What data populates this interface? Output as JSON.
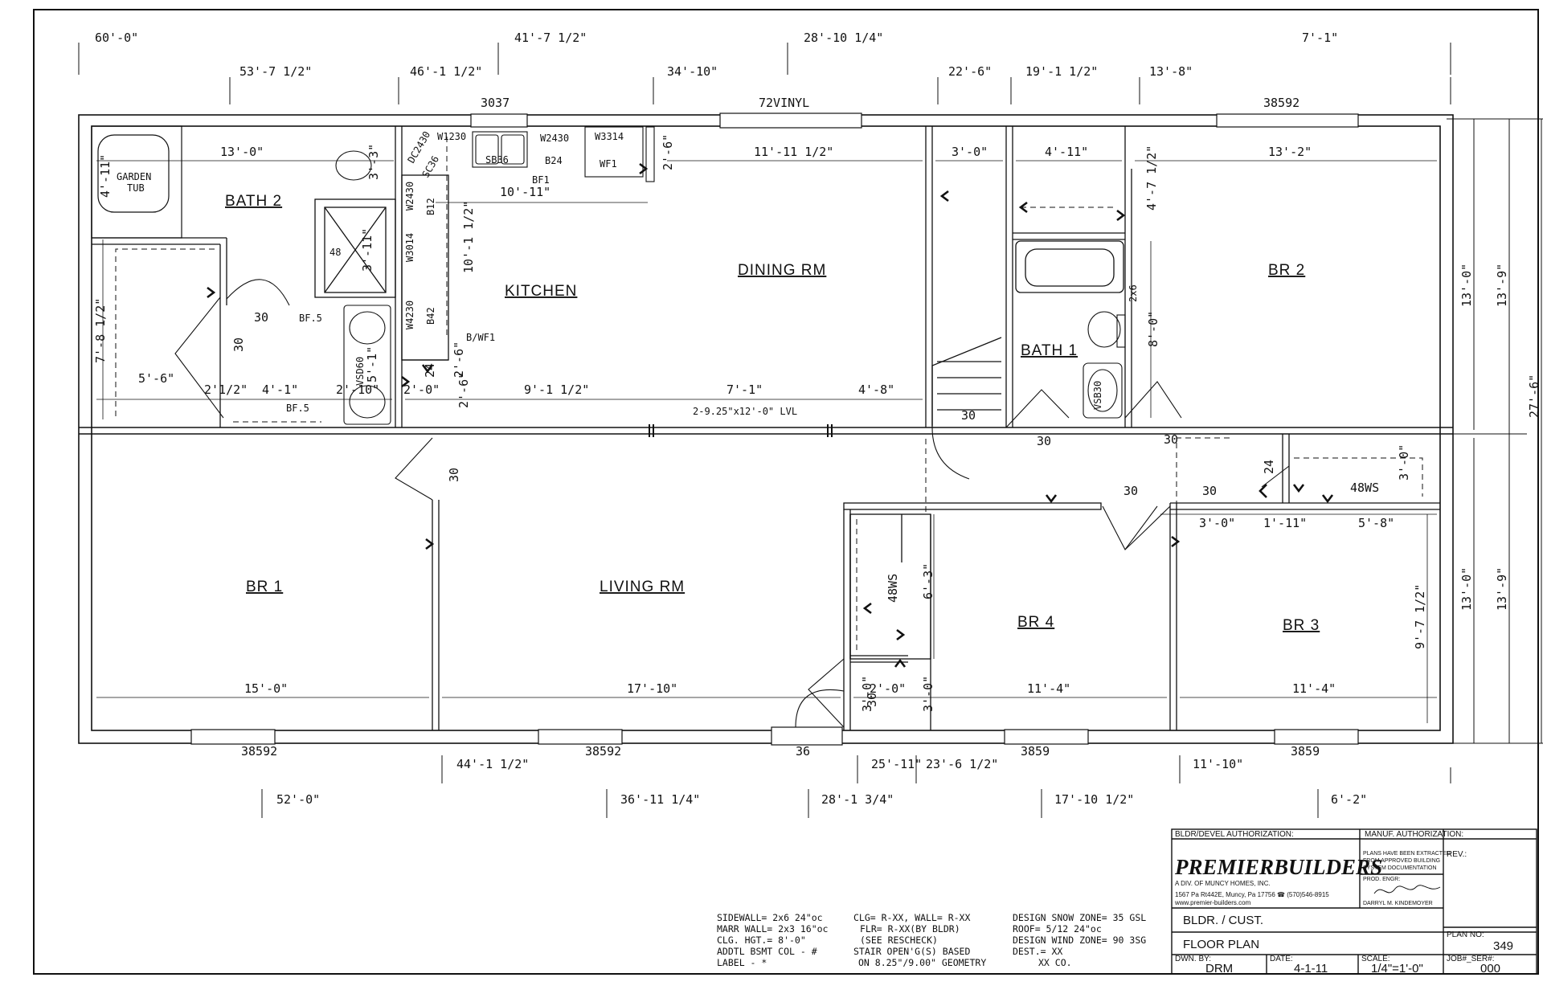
{
  "colors": {
    "ink": "#111111",
    "paper": "#ffffff"
  },
  "top_dimensions": {
    "row1": [
      "60'-0\"",
      "41'-7 1/2\"",
      "28'-10 1/4\"",
      "7'-1\""
    ],
    "row2": [
      "53'-7 1/2\"",
      "46'-1 1/2\"",
      "34'-10\"",
      "22'-6\"",
      "19'-1 1/2\"",
      "13'-8\""
    ]
  },
  "bottom_dimensions": {
    "row1": [
      "44'-1 1/2\"",
      "25'-11\"",
      "23'-6 1/2\"",
      "11'-10\""
    ],
    "row2": [
      "52'-0\"",
      "36'-11 1/4\"",
      "28'-1 3/4\"",
      "17'-10 1/2\"",
      "6'-2\""
    ]
  },
  "right_dimensions": [
    "13'-0\"",
    "13'-9\"",
    "27'-6\"",
    "13'-0\"",
    "13'-9\""
  ],
  "windows": {
    "top": [
      "3037",
      "72VINYL",
      "38592"
    ],
    "bottom": [
      "38592",
      "38592",
      "36",
      "3859",
      "3859"
    ]
  },
  "rooms": {
    "bath2": "BATH 2",
    "kitchen": "KITCHEN",
    "dining": "DINING RM",
    "bath1": "BATH 1",
    "br2": "BR 2",
    "br1": "BR 1",
    "living": "LIVING RM",
    "br4": "BR 4",
    "br3": "BR 3"
  },
  "fixtures": {
    "garden_tub_1": "GARDEN",
    "garden_tub_2": "TUB",
    "shower": "48",
    "sink": "SB36",
    "vanity": "VSB30",
    "vanity2": "VSD60",
    "wf1": "WF1",
    "lvl": "2-9.25\"x12'-0\" LVL"
  },
  "cabinets": {
    "w1230": "W1230",
    "w2430a": "W2430",
    "w3314": "W3314",
    "dc2430": "DC2430",
    "sc36": "SC36",
    "b24": "B24",
    "bf1": "BF1",
    "w2430b": "W2430",
    "b12": "B12",
    "w3014": "W3014",
    "w4230": "W4230",
    "b42": "B42",
    "bwf1": "B/WF1",
    "bf5a": "BF.5",
    "bf5b": "BF.5"
  },
  "interior_dims": [
    "13'-0\"",
    "4'-11\"",
    "3'-3\"",
    "3'-11\"",
    "7'-8 1/2\"",
    "5'-6\"",
    "2'1/2\"",
    "4'-1\"",
    "2'-10\"",
    "2'-0\"",
    "2'-6\"",
    "10'-11\"",
    "10'-1 1/2\"",
    "2'-6\"",
    "11'-11 1/2\"",
    "9'-1 1/2\"",
    "7'-1\"",
    "4'-8\"",
    "3'-0\"",
    "4'-11\"",
    "13'-2\"",
    "4'-7 1/2\"",
    "8'-0\"",
    "6'-3\"",
    "15'-0\"",
    "17'-10\"",
    "2'-0\"",
    "11'-4\"",
    "11'-4\"",
    "9'-7 1/2\"",
    "3'-0\"",
    "1'-11\"",
    "5'-8\"",
    "3'-0\"",
    "3'-0\"",
    "3'-0\"",
    "5'-1\""
  ],
  "door_sizes": [
    "30",
    "30",
    "30",
    "30",
    "30",
    "30",
    "30",
    "30",
    "30",
    "24",
    "24",
    "2'-6\"",
    "48WS",
    "48WS",
    "2x6"
  ],
  "notes": {
    "col1": [
      "SIDEWALL=  2x6 24\"oc",
      "MARR WALL= 2x3 16\"oc",
      "CLG. HGT.=  8'-0\"",
      "ADDTL BSMT COL - #",
      "LABEL - *"
    ],
    "col2": [
      "CLG= R-XX, WALL= R-XX",
      "FLR= R-XX(BY BLDR)",
      "(SEE RESCHECK)",
      "STAIR OPEN'G(S) BASED",
      "ON 8.25\"/9.00\" GEOMETRY"
    ],
    "col3": [
      "DESIGN SNOW ZONE= 35 GSL",
      "ROOF= 5/12 24\"oc",
      "DESIGN WIND ZONE= 90 3SG",
      "DEST.= XX",
      "XX CO."
    ]
  },
  "title_block": {
    "bldr_auth": "BLDR/DEVEL AUTHORIZATION:",
    "manuf_auth": "MANUF. AUTHORIZATION:",
    "logo": "PREMIERBUILDERS",
    "division": "A DIV. OF MUNCY HOMES, INC.",
    "address": "1567 Pa Rt442E, Muncy, Pa 17756  ☎ (570)546-8915",
    "website": "www.premier-builders.com",
    "plans_note_1": "PLANS HAVE BEEN EXTRACTED",
    "plans_note_2": "FROM APPROVED BUILDING",
    "plans_note_3": "SYSTEM DOCUMENTATION",
    "prod_engr": "PROD. ENGR:",
    "engineer": "DARRYL M. KINDEMOYER",
    "rev": "REV.:",
    "bldr_cust": "BLDR. / CUST.",
    "floor_plan": "FLOOR PLAN",
    "plan_no_label": "PLAN NO:",
    "plan_no": "349",
    "dwn_by_label": "DWN. BY:",
    "dwn_by": "DRM",
    "date_label": "DATE:",
    "date": "4-1-11",
    "scale_label": "SCALE:",
    "scale": "1/4\"=1'-0\"",
    "job_label": "JOB#_SER#:",
    "job": "000"
  }
}
